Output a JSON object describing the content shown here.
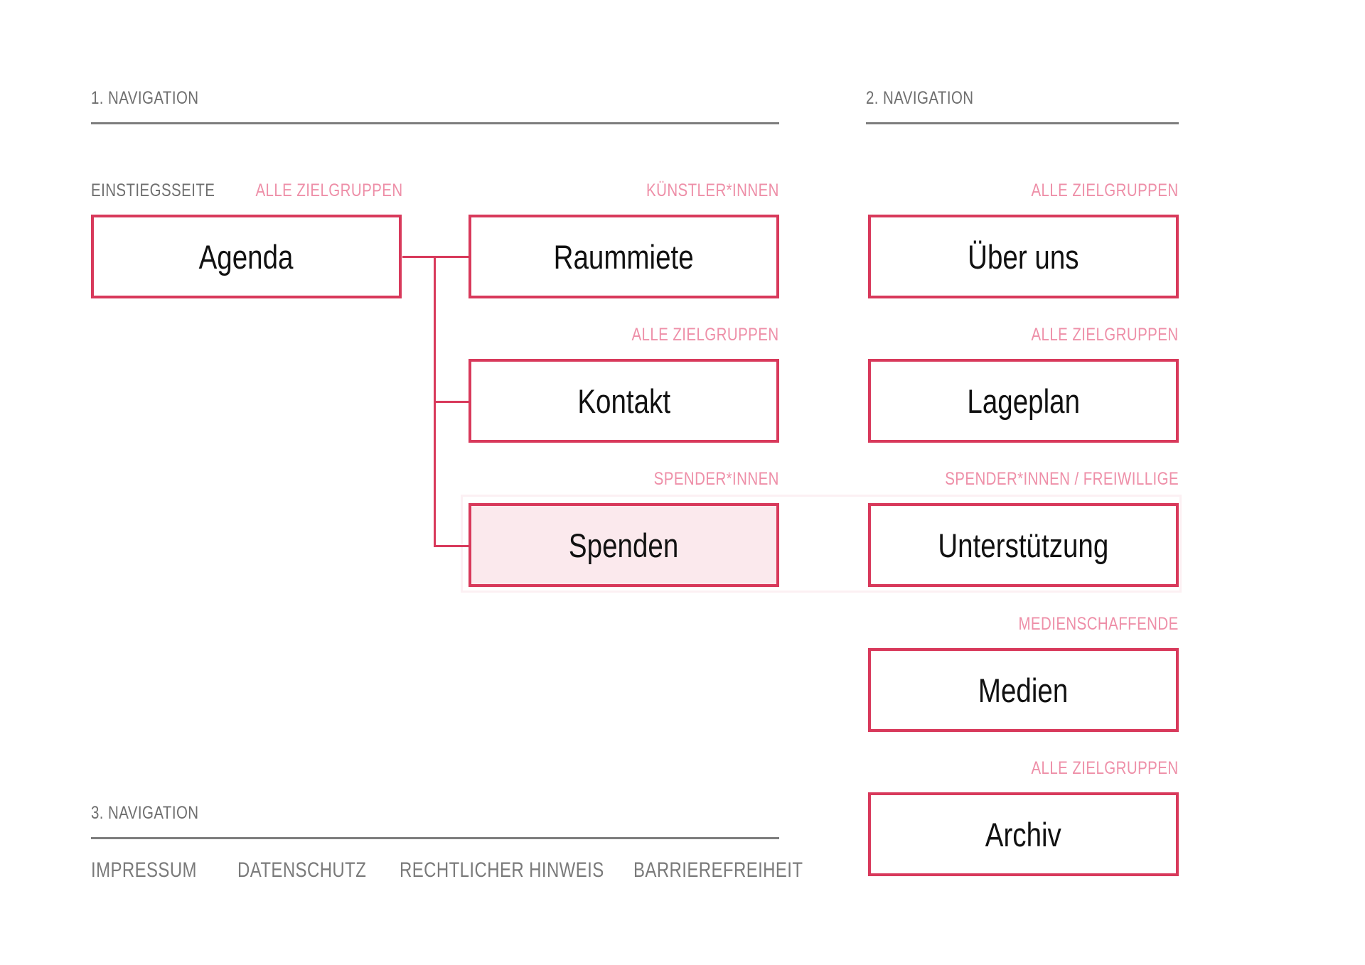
{
  "nav1": {
    "heading": "1. NAVIGATION",
    "entry_label": "EINSTIEGSSEITE",
    "nodes": [
      {
        "tag": "ALLE ZIELGRUPPEN",
        "label": "Agenda"
      },
      {
        "tag": "KÜNSTLER*INNEN",
        "label": "Raummiete"
      },
      {
        "tag": "ALLE ZIELGRUPPEN",
        "label": "Kontakt"
      },
      {
        "tag": "SPENDER*INNEN",
        "label": "Spenden"
      }
    ]
  },
  "nav2": {
    "heading": "2. NAVIGATION",
    "nodes": [
      {
        "tag": "ALLE ZIELGRUPPEN",
        "label": "Über uns"
      },
      {
        "tag": "ALLE ZIELGRUPPEN",
        "label": "Lageplan"
      },
      {
        "tag": "SPENDER*INNEN / FREIWILLIGE",
        "label": "Unterstützung"
      },
      {
        "tag": "MEDIENSCHAFFENDE",
        "label": "Medien"
      },
      {
        "tag": "ALLE ZIELGRUPPEN",
        "label": "Archiv"
      }
    ]
  },
  "nav3": {
    "heading": "3. NAVIGATION",
    "links": [
      "IMPRESSUM",
      "DATENSCHUTZ",
      "RECHTLICHER HINWEIS",
      "BARRIEREFREIHEIT"
    ]
  },
  "colors": {
    "accent": "#d8395b",
    "tag": "#ee8fa8",
    "rule": "#7d7d7d",
    "active_fill": "#fbe9ed"
  }
}
